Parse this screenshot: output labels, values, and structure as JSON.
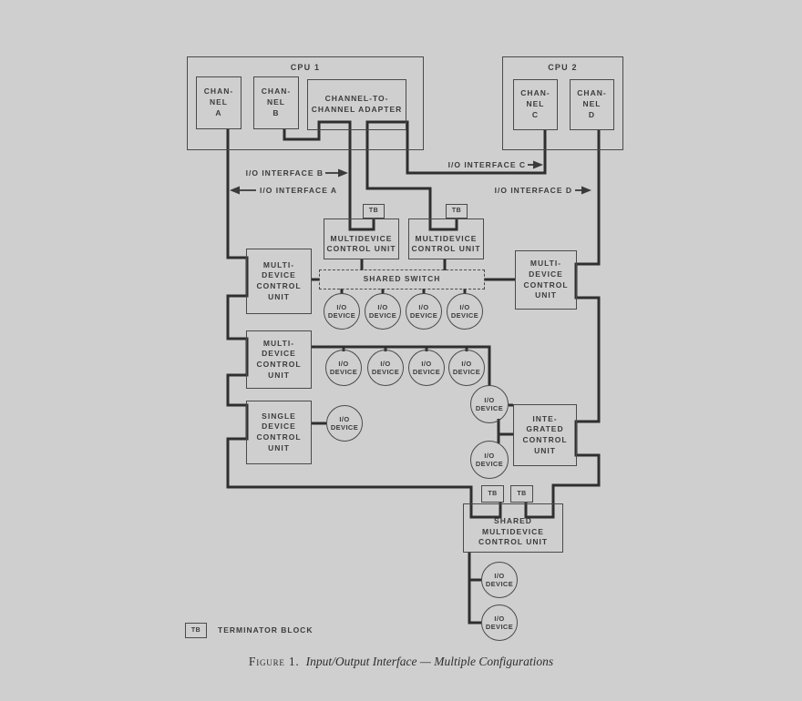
{
  "colors": {
    "background": "#cfcfcf",
    "cable_ink": "#2f2f2f",
    "border_ink": "#4a4a4a",
    "text_ink": "#3c3c3c"
  },
  "cpu1": {
    "title": "CPU 1"
  },
  "cpu2": {
    "title": "CPU 2"
  },
  "channel_a": {
    "lines": [
      "CHAN-",
      "NEL",
      "A"
    ]
  },
  "channel_b": {
    "lines": [
      "CHAN-",
      "NEL",
      "B"
    ]
  },
  "channel_c": {
    "lines": [
      "CHAN-",
      "NEL",
      "C"
    ]
  },
  "channel_d": {
    "lines": [
      "CHAN-",
      "NEL",
      "D"
    ]
  },
  "adapter": {
    "lines": [
      "CHANNEL-TO-",
      "CHANNEL ADAPTER"
    ]
  },
  "interfaces": {
    "a": "I/O INTERFACE A",
    "b": "I/O INTERFACE B",
    "c": "I/O INTERFACE C",
    "d": "I/O INTERFACE D"
  },
  "tb_label": "TB",
  "mcu_upper": {
    "lines": [
      "MULTIDEVICE",
      "CONTROL UNIT"
    ]
  },
  "mdcu": {
    "lines": [
      "MULTI-",
      "DEVICE",
      "CONTROL",
      "UNIT"
    ]
  },
  "sdcu": {
    "lines": [
      "SINGLE",
      "DEVICE",
      "CONTROL",
      "UNIT"
    ]
  },
  "icu": {
    "lines": [
      "INTE-",
      "GRATED",
      "CONTROL",
      "UNIT"
    ]
  },
  "shared_switch": "SHARED SWITCH",
  "shared_mcu": {
    "lines": [
      "SHARED",
      "MULTIDEVICE",
      "CONTROL UNIT"
    ]
  },
  "io_device": {
    "lines": [
      "I/O",
      "DEVICE"
    ]
  },
  "legend": {
    "tb": "TB",
    "label": "TERMINATOR BLOCK"
  },
  "caption": {
    "figure": "Figure 1.",
    "title": "Input/Output Interface — Multiple Configurations"
  }
}
